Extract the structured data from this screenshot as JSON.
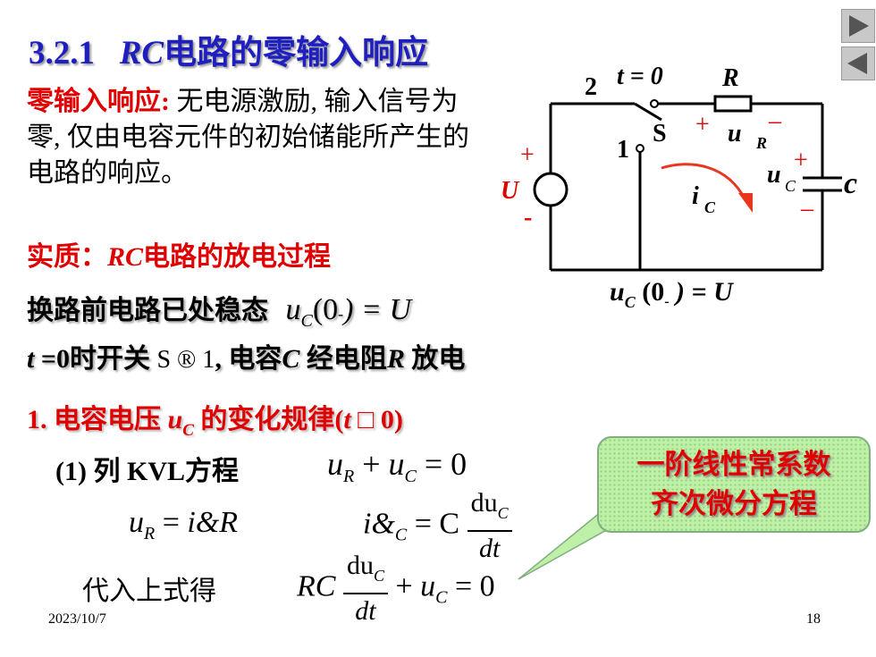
{
  "slide": {
    "title_num": "3.2.1",
    "title_rc": "RC",
    "title_rest": "电路的零输入响应",
    "definition_head": "零输入响应:",
    "definition_body": " 无电源激励, 输入信号为零, 仅由电容元件的初始储能所产生的电路的响应。",
    "essence_head": "实质：",
    "essence_rc": "RC",
    "essence_rest": "电路的放电过程",
    "line1_text": "换路前电路已处稳态",
    "line2_t": "t",
    "line2_text": " =0时开关",
    "line2_switch": "S ® 1",
    "line2_comma": ",",
    "line2_rest_a": " 电容",
    "line2_c": "C",
    "line2_rest_b": " 经电阻",
    "line2_r": "R",
    "line2_rest_c": " 放电",
    "section1_a": "1. 电容电压 ",
    "section1_u": "u",
    "section1_sub": "C",
    "section1_b": " 的变化规律(",
    "section1_t": "t",
    "section1_c": " □  0)",
    "kvl_label": "(1) 列 KVL方程",
    "subst_label": "代入上式得",
    "date": "2023/10/7",
    "page": "18"
  },
  "math": {
    "uc0_u": "u",
    "uc0_sub": "C",
    "uc0_rest": "(0",
    "uc0_minus": "-",
    "uc0_eq": ") = U",
    "kvl_u1": "u",
    "kvl_s1": "R",
    "kvl_plus": " + ",
    "kvl_u2": "u",
    "kvl_s2": "C",
    "kvl_eq": " = 0",
    "ur_u": "u",
    "ur_s": "R",
    "ur_eq": " = ",
    "ur_rhs": "i&R",
    "ic_lhs": "i&",
    "ic_s": "C",
    "ic_eq": " = C",
    "ic_num": "du",
    "ic_num_s": "C",
    "ic_den": "dt",
    "ode_rc": "RC",
    "ode_num": "du",
    "ode_num_s": "C",
    "ode_den": "dt",
    "ode_plus": " + ",
    "ode_u": "u",
    "ode_s": "C",
    "ode_eq": " = 0"
  },
  "circuit": {
    "label_2": "2",
    "label_t0": "t = 0",
    "label_R": "R",
    "label_S": "S",
    "label_1": "1",
    "label_plus_r": "+",
    "label_minus_r": "–",
    "label_uR_u": "u",
    "label_uR_s": "R",
    "label_plus_u": "+",
    "label_U": "U",
    "label_minus_u": "-",
    "label_iC_i": "i",
    "label_iC_s": "C",
    "label_plus_c": "+",
    "label_uC_u": "u",
    "label_uC_s": "C",
    "label_minus_c": "–",
    "label_C": "c",
    "caption_u": "u",
    "caption_s": "C",
    "caption_a": " (0",
    "caption_minus": "-",
    "caption_b": " ) = U"
  },
  "callout": {
    "line1": "一阶线性常系数",
    "line2": "齐次微分方程"
  },
  "nav": {
    "next_icon": "play-right-icon",
    "prev_icon": "play-left-icon"
  },
  "colors": {
    "title": "#1f1fbf",
    "accent_red": "#e00000",
    "arrow_red": "#e8371e",
    "callout_bg": "#bff0a8"
  }
}
